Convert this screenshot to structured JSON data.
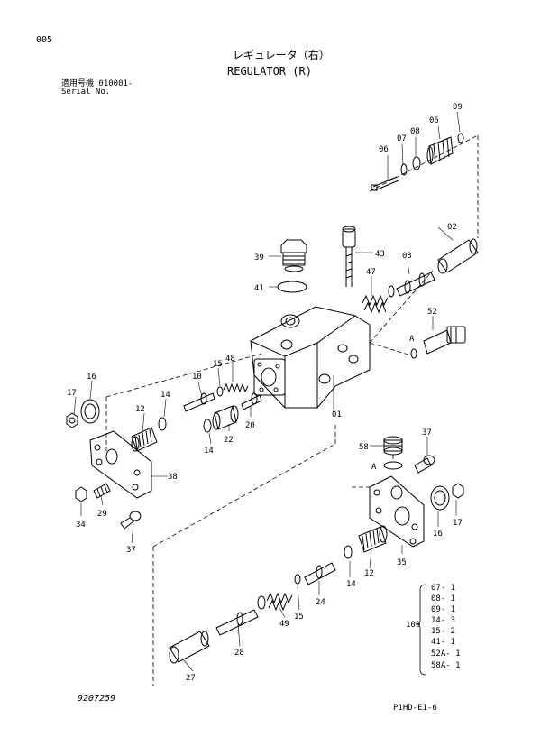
{
  "header": {
    "page_code": "005",
    "title_jp": "レギュレータ（右）",
    "title_en": "REGULATOR (R)",
    "serial_jp": "適用号機  010001-",
    "serial_en": "Serial No."
  },
  "parts": {
    "p01": "01",
    "p02": "02",
    "p03": "03",
    "p05": "05",
    "p06": "06",
    "p07": "07",
    "p08": "08",
    "p09": "09",
    "p10": "10",
    "p12a": "12",
    "p12b": "12",
    "p14a": "14",
    "p14b": "14",
    "p14c": "14",
    "p15a": "15",
    "p15b": "15",
    "p16a": "16",
    "p16b": "16",
    "p17a": "17",
    "p17b": "17",
    "p20": "20",
    "p22": "22",
    "p24": "24",
    "p27": "27",
    "p28": "28",
    "p29": "29",
    "p34": "34",
    "p35": "35",
    "p37a": "37",
    "p37b": "37",
    "p38": "38",
    "p39": "39",
    "p41": "41",
    "p43": "43",
    "p47": "47",
    "p48": "48",
    "p49": "49",
    "p52": "52",
    "p58": "58",
    "markA1": "A",
    "markA2": "A"
  },
  "kit": {
    "number": "100",
    "items": [
      "07- 1",
      "08- 1",
      "09- 1",
      "14- 3",
      "15- 2",
      "41- 1",
      "52A- 1",
      "58A- 1"
    ]
  },
  "footer": {
    "left_code": "9207259",
    "right_code": "P1HD-E1-6"
  }
}
